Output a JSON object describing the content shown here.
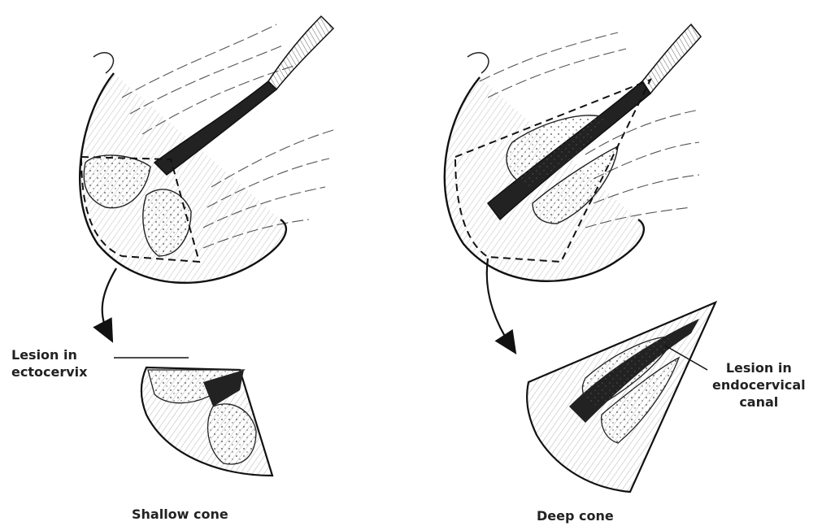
{
  "labels": {
    "ecto_line1": "Lesion in",
    "ecto_line2": "ectocervix",
    "endo_line1": "Lesion in",
    "endo_line2": "endocervical",
    "endo_line3": "canal"
  },
  "captions": {
    "left": "Shallow cone",
    "right": "Deep cone"
  }
}
